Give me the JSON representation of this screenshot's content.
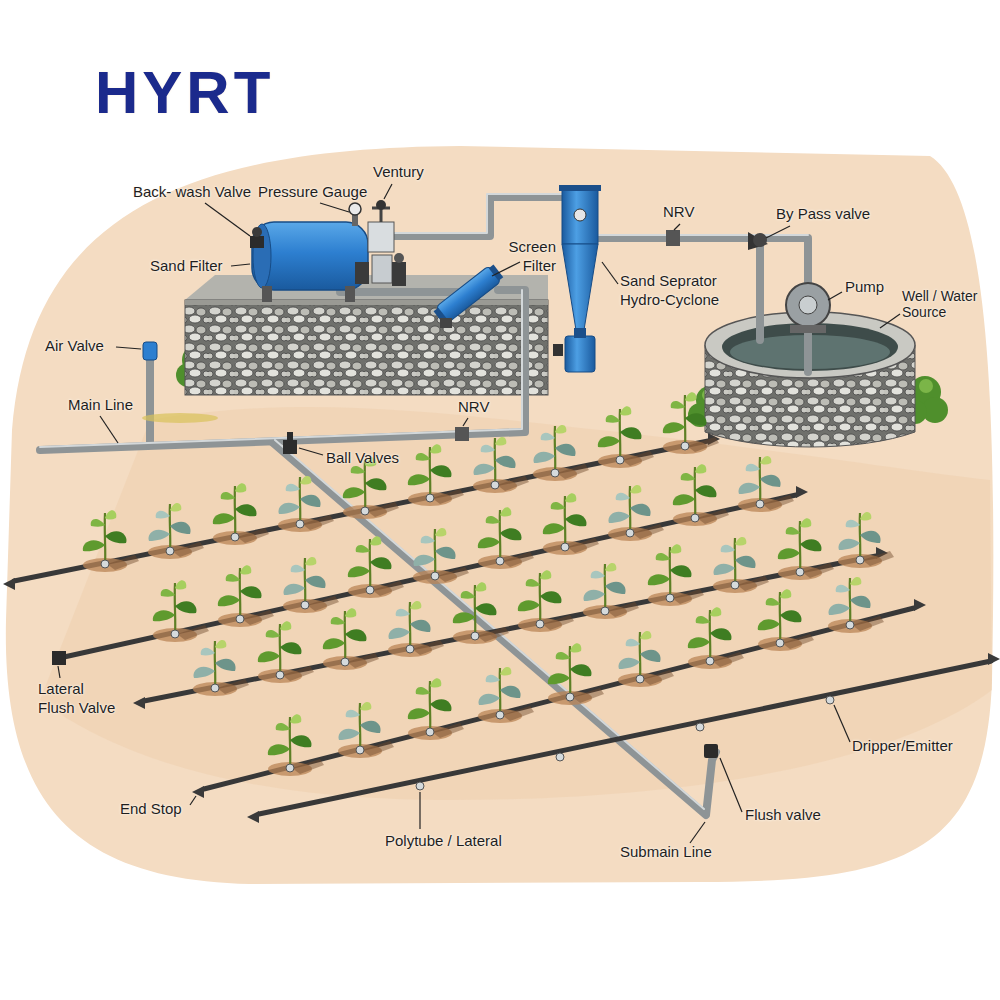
{
  "diagram": {
    "labels": [
      "HYRT",
      "Back- wash Valve",
      "Pressure Gauge",
      "Ventury",
      "Sand Filter",
      "Screen Filter",
      "NRV",
      "By Pass valve",
      "Sand Seprator Hydro-Cyclone",
      "Pump",
      "Well / Water Source",
      "Air Valve",
      "Main Line",
      "NRV",
      "Ball Valves",
      "Lateral Flush Valve",
      "End Stop",
      "Polytube / Lateral",
      "Submain Line",
      "Flush valve",
      "Dripper/Emitter"
    ]
  }
}
